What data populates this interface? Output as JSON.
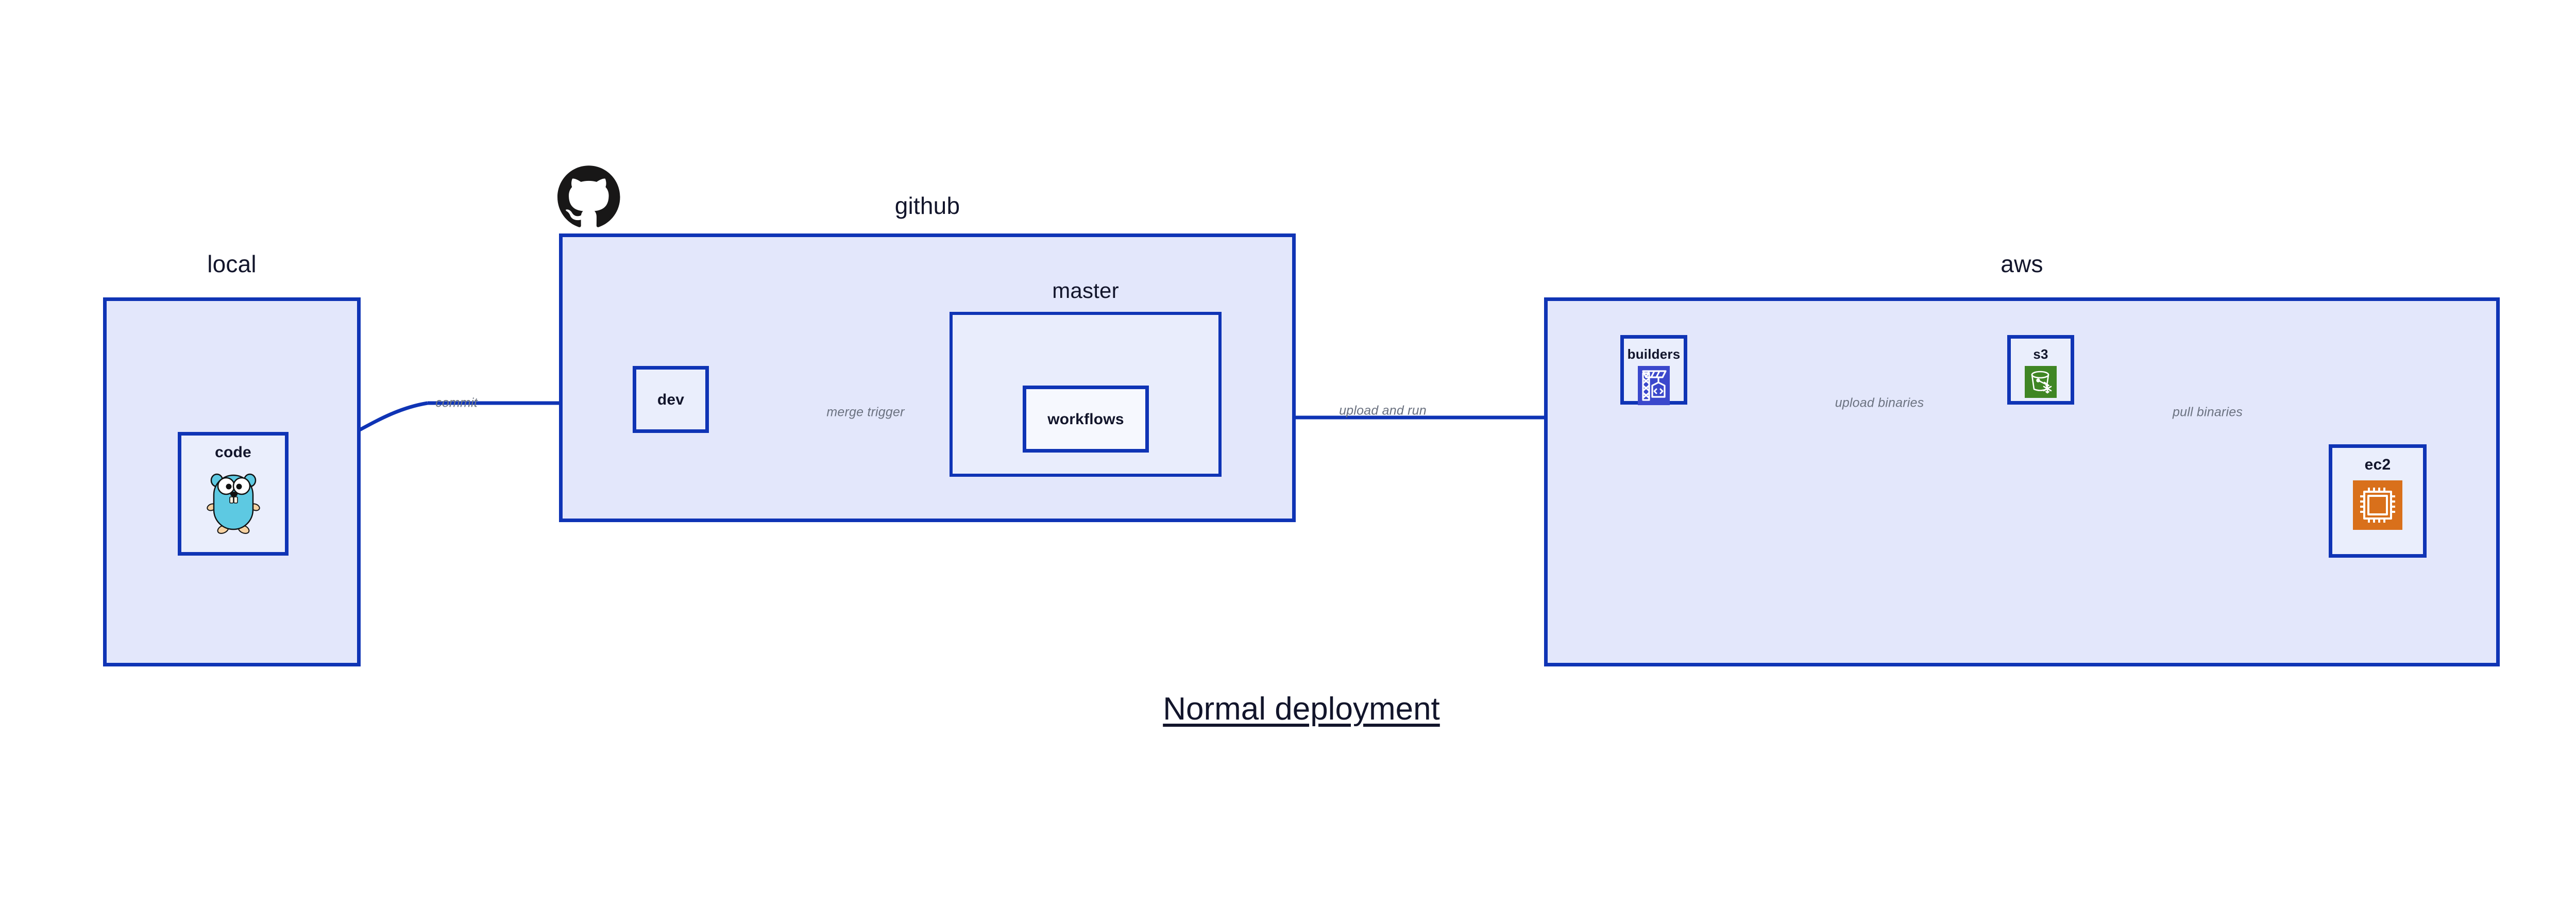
{
  "diagram": {
    "title": "Normal deployment",
    "background_color": "#ffffff",
    "accent_color": "#0f34b5",
    "group_fill": "#e3e7fb",
    "inner_group_fill": "#e9edfc",
    "node_fill": "#eaeefc",
    "label_color": "#12152b",
    "edge_label_color": "#6b7280"
  },
  "groups": [
    {
      "id": "local",
      "label": "local"
    },
    {
      "id": "github",
      "label": "github"
    },
    {
      "id": "master",
      "label": "master"
    },
    {
      "id": "aws",
      "label": "aws"
    }
  ],
  "nodes": [
    {
      "id": "code",
      "label": "code",
      "icon": "go-gopher-icon",
      "icon_color": "#5dc9e2"
    },
    {
      "id": "dev",
      "label": "dev",
      "icon": null,
      "icon_color": null
    },
    {
      "id": "workflows",
      "label": "workflows",
      "icon": null,
      "icon_color": null
    },
    {
      "id": "builders",
      "label": "builders",
      "icon": "aws-codebuild-icon",
      "icon_color": "#3b48cc"
    },
    {
      "id": "s3",
      "label": "s3",
      "icon": "aws-s3-glacier-icon",
      "icon_color": "#3f8624"
    },
    {
      "id": "ec2",
      "label": "ec2",
      "icon": "aws-ec2-icon",
      "icon_color": "#d9701b"
    }
  ],
  "edges": [
    {
      "id": "code-to-dev",
      "from": "code",
      "to": "dev",
      "label": "commit"
    },
    {
      "id": "dev-to-workflows",
      "from": "dev",
      "to": "workflows",
      "label": "merge trigger"
    },
    {
      "id": "workflows-to-builders",
      "from": "workflows",
      "to": "builders",
      "label": "upload and run"
    },
    {
      "id": "builders-to-s3",
      "from": "builders",
      "to": "s3",
      "label": "upload binaries"
    },
    {
      "id": "s3-to-ec2",
      "from": "s3",
      "to": "ec2",
      "label": "pull binaries"
    }
  ],
  "logos": [
    {
      "id": "github-octocat",
      "name": "github-logo",
      "color": "#181717"
    }
  ]
}
